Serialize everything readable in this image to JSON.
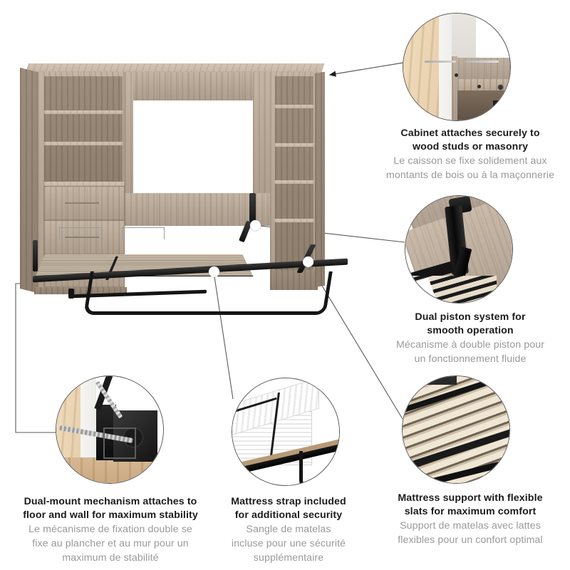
{
  "page": {
    "title": "Murphy bed feature infographic",
    "background": "#ffffff",
    "text_color_primary": "#1b1b1b",
    "text_color_secondary": "#9a9a9a"
  },
  "features": [
    {
      "id": "wall-attachment",
      "position": "top-right",
      "en_line1": "Cabinet attaches securely to",
      "en_line2": "wood studs or masonry",
      "fr_line1": "Le caisson se fixe solidement aux",
      "fr_line2": "montants de bois ou à la maçonnerie",
      "photo": "cabinet-top-screwed-to-wall-stud"
    },
    {
      "id": "dual-piston",
      "position": "middle-right",
      "en_line1": "Dual piston system for",
      "en_line2": "smooth operation",
      "fr_line1": "Mécanisme à double piston pour",
      "fr_line2": "un fonctionnement fluide",
      "photo": "black-dual-piston-hinge-arm"
    },
    {
      "id": "flexible-slats",
      "position": "bottom-right",
      "en_line1": "Mattress support with flexible",
      "en_line2": "slats for maximum comfort",
      "fr_line1": "Support de matelas avec lattes",
      "fr_line2": "flexibles pour un confort optimal",
      "photo": "wooden-slat-mattress-platform"
    },
    {
      "id": "dual-mount",
      "position": "bottom-left",
      "en_line1": "Dual-mount mechanism attaches to",
      "en_line2": "floor and wall for maximum stability",
      "fr_line1": "Le mécanisme de fixation double se",
      "fr_line2": "fixe au plancher et au mur pour un",
      "fr_line3": "maximum de stabilité",
      "photo": "floor-and-wall-mounting-screws"
    },
    {
      "id": "mattress-strap",
      "position": "bottom-center",
      "en_line1": "Mattress strap included",
      "en_line2": "for additional security",
      "fr_line1": "Sangle de matelas",
      "fr_line2": "incluse pour une sécurité",
      "fr_line3": "supplémentaire",
      "photo": "white-mattress-with-retaining-strap"
    }
  ],
  "product": {
    "name": "wall-bed-with-storage-cabinet",
    "finish_color": "#b8a898",
    "frame_color": "#1a1a1a",
    "left_unit": {
      "shelf_count": 3,
      "drawer_count": 3
    },
    "right_unit": {
      "shelf_count": 5
    },
    "bed": {
      "slat_material": "wood",
      "frame_material": "black metal"
    }
  }
}
